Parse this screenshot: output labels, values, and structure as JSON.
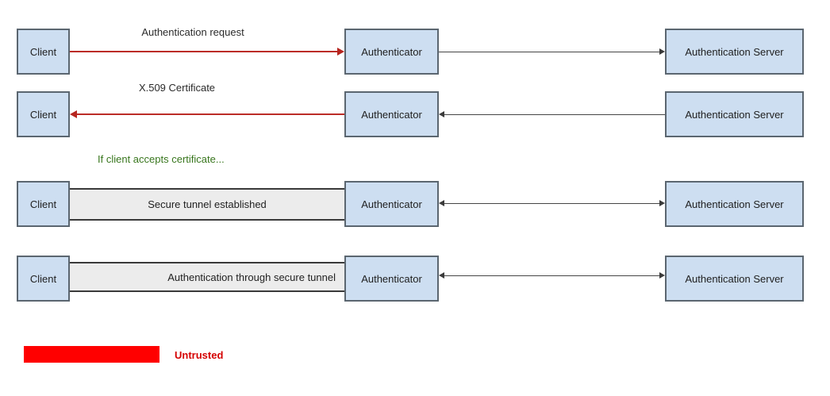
{
  "diagram": {
    "rows": [
      {
        "client": "Client",
        "authenticator": "Authenticator",
        "server": "Authentication Server",
        "client_auth_message": "Authentication request",
        "client_auth_link": "untrusted-red-arrow",
        "client_auth_direction": "client-to-authenticator",
        "auth_server_direction": "authenticator-to-server"
      },
      {
        "client": "Client",
        "authenticator": "Authenticator",
        "server": "Authentication Server",
        "client_auth_message": "X.509 Certificate",
        "client_auth_link": "untrusted-red-arrow",
        "client_auth_direction": "authenticator-to-client",
        "auth_server_direction": "server-to-authenticator"
      },
      {
        "client": "Client",
        "authenticator": "Authenticator",
        "server": "Authentication Server",
        "client_auth_message": "Secure tunnel established",
        "client_auth_link": "secure-tunnel",
        "auth_server_direction": "bidirectional"
      },
      {
        "client": "Client",
        "authenticator": "Authenticator",
        "server": "Authentication Server",
        "client_auth_message": "Authentication through secure tunnel",
        "client_auth_link": "secure-tunnel",
        "auth_server_direction": "bidirectional"
      }
    ],
    "note": "If client accepts certificate...",
    "legend": {
      "label": "Untrusted",
      "swatch_color": "#ff0000"
    },
    "colors": {
      "node_fill": "#cddef1",
      "node_border": "#5b6670",
      "untrusted_arrow": "#bb2c27",
      "neutral_line": "#454545",
      "tunnel_fill": "#ececec",
      "tunnel_border": "#3a3a3a",
      "note_green": "#38761d",
      "legend_red": "#ff0000"
    }
  }
}
